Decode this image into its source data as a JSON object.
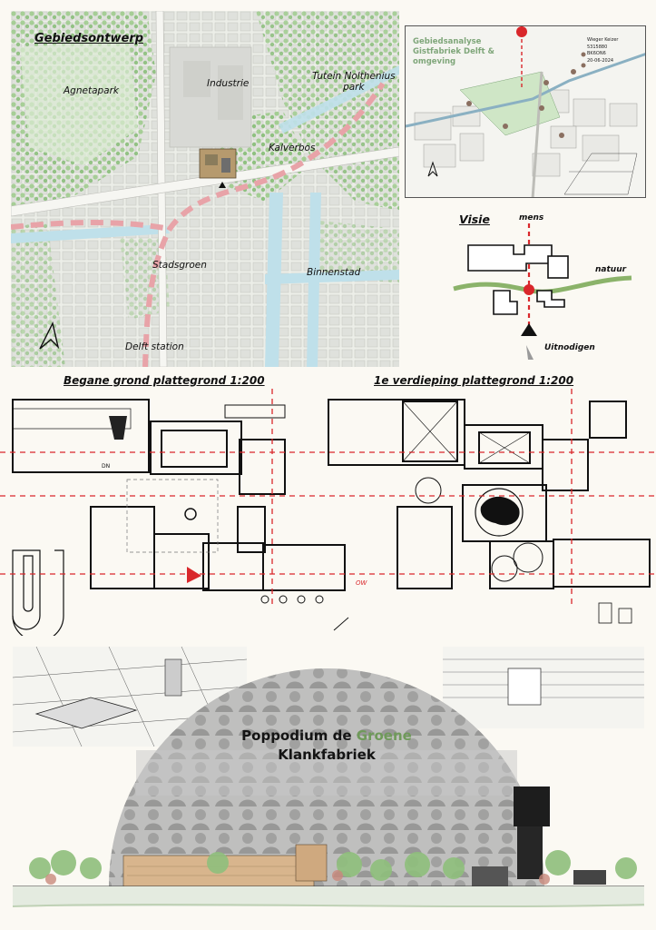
{
  "map": {
    "title": "Gebiedsontwerp",
    "labels": {
      "agnetapark": "Agnetapark",
      "industrie": "Industrie",
      "tutein": "Tutein Nolthenius\npark",
      "kalverbos": "Kalverbos",
      "stadsgroen": "Stadsgroen",
      "binnenstad": "Binnenstad",
      "station": "Delft station"
    }
  },
  "inset": {
    "title_lines": [
      "Gebiedsanalyse",
      "Gistfabriek Delft &",
      "omgeving"
    ],
    "meta_lines": [
      "Wieger Keizer",
      "5315880",
      "BK6ON6",
      "20-06-2024"
    ]
  },
  "visie": {
    "title": "Visie",
    "mens": "mens",
    "natuur": "natuur",
    "uitnodigen": "Uitnodigen"
  },
  "plans": {
    "ground_title": "Begane grond plattegrond 1:200",
    "first_title": "1e verdieping plattegrond 1:200",
    "ow_label": "OW",
    "dn_label": "DN"
  },
  "poster": {
    "title_part1": "Poppodium de ",
    "title_green": "Groene",
    "title_line2": "Klankfabriek"
  },
  "colors": {
    "accent_red": "#d9272b",
    "route_pink": "#e8a3a8",
    "green": "#6f9a5a",
    "water": "#bfe0ea",
    "tree": "#8fc47e"
  }
}
